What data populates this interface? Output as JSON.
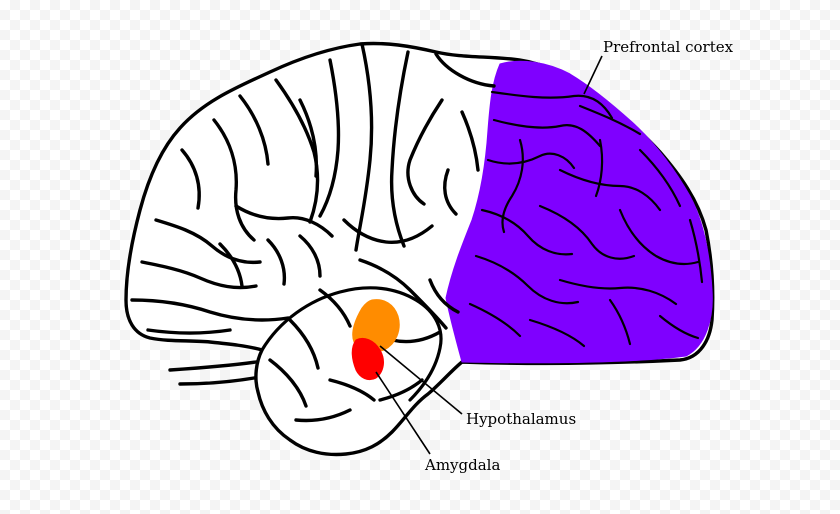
{
  "labels": {
    "prefrontal_cortex": "Prefrontal cortex",
    "hypothalamus": "Hypothalamus",
    "amygdala": "Amygdala"
  },
  "colors": {
    "prefrontal_cortex": "#7f00ff",
    "hypothalamus": "#ff8c00",
    "amygdala": "#ff0000",
    "outline": "#000000",
    "background": "#ffffff"
  }
}
